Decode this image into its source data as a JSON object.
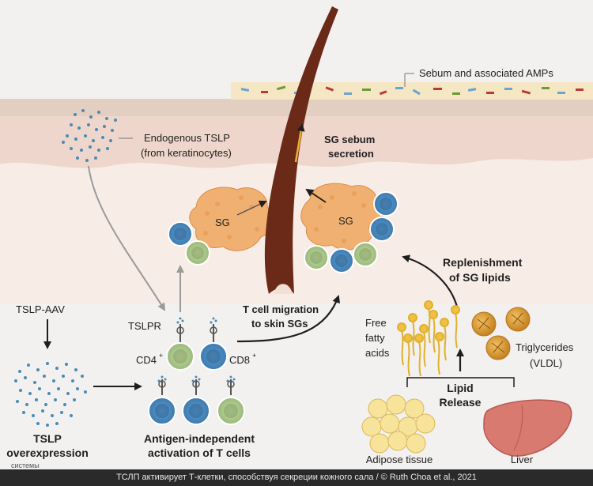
{
  "labels": {
    "sebum": "Sebum and associated AMPs",
    "tslp_line1": "Endogenous TSLP",
    "tslp_line2": "(from keratinocytes)",
    "sg_secretion_1": "SG sebum",
    "sg_secretion_2": "secretion",
    "sg": "SG",
    "replenish_1": "Replenishment",
    "replenish_2": "of SG lipids",
    "tslp_aav": "TSLP-AAV",
    "tslpr": "TSLPR",
    "cd4": "CD4",
    "cd8": "CD8",
    "plus": "+",
    "migration_1": "T cell migration",
    "migration_2": "to skin SGs",
    "ffa_1": "Free",
    "ffa_2": "fatty",
    "ffa_3": "acids",
    "tg_1": "Triglycerides",
    "tg_2": "(VLDL)",
    "lipid_1": "Lipid",
    "lipid_2": "Release",
    "overexp_1": "TSLP",
    "overexp_2": "overexpression",
    "activation_1": "Antigen-independent",
    "activation_2": "activation of T cells",
    "adipose": "Adipose tissue",
    "liver": "Liver"
  },
  "caption": "ТСЛП активирует Т-клетки, способствуя секреции кожного сала / © Ruth Choa et al., 2021",
  "caption_left": "системы",
  "colors": {
    "skin_top": "#e9d9cd",
    "dermis": "#f7e7e0",
    "sebum_layer": "#f5e6c4",
    "hair": "#6b2a17",
    "gland": "#f0b071",
    "tslp_dots": "#4a8bb5",
    "cd4_cell": "#b9d098",
    "cd8_cell": "#4e8fc6",
    "lipid": "#e8b832",
    "triglyceride": "#d99a33"
  }
}
